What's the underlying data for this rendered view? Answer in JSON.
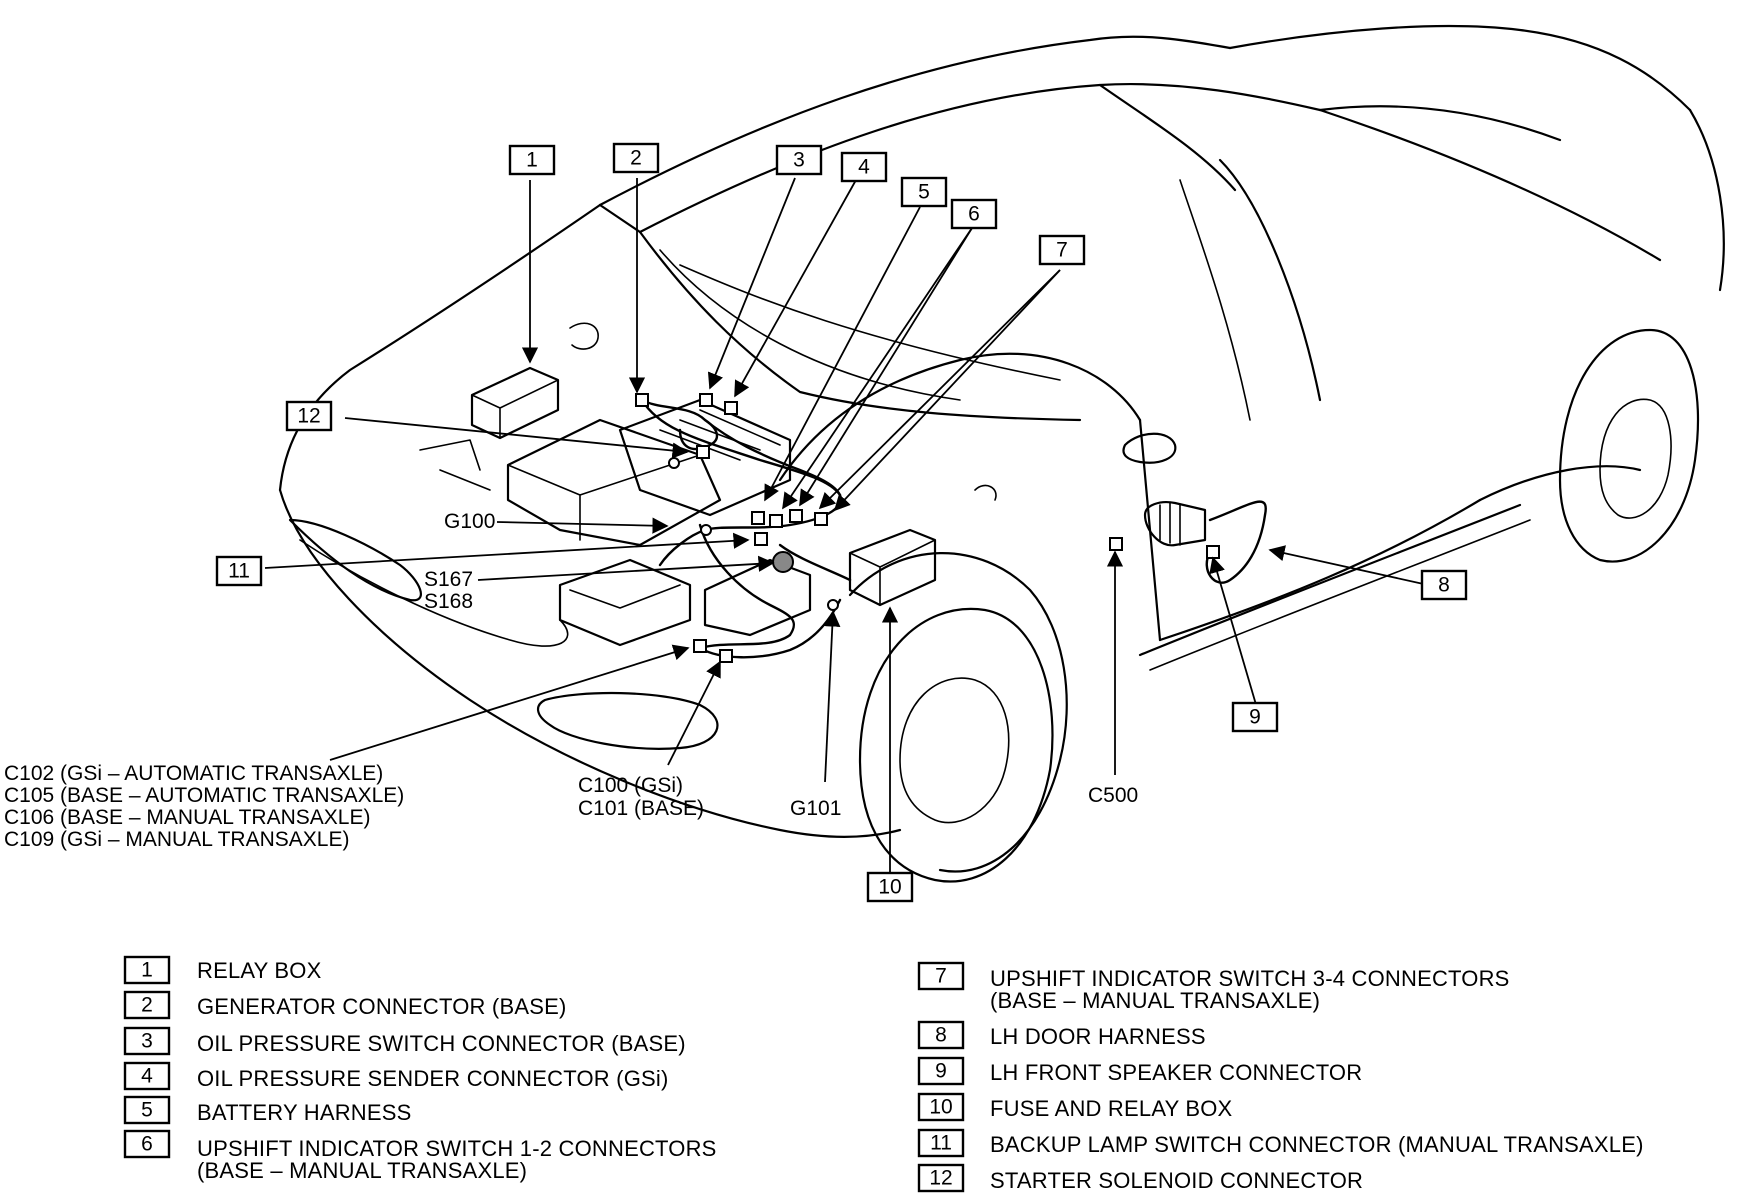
{
  "callouts": {
    "c1": "1",
    "c2": "2",
    "c3": "3",
    "c4": "4",
    "c5": "5",
    "c6": "6",
    "c7": "7",
    "c8": "8",
    "c9": "9",
    "c10": "10",
    "c11": "11",
    "c12": "12"
  },
  "labels": {
    "g100": "G100",
    "s167": "S167",
    "s168": "S168",
    "c102": "C102 (GSi – AUTOMATIC TRANSAXLE)",
    "c105": "C105 (BASE – AUTOMATIC TRANSAXLE)",
    "c106": "C106 (BASE – MANUAL TRANSAXLE)",
    "c109": "C109 (GSi – MANUAL TRANSAXLE)",
    "c100": "C100 (GSi)",
    "c101": "C101 (BASE)",
    "g101": "G101",
    "c500": "C500"
  },
  "legend": [
    {
      "num": "1",
      "text": "RELAY BOX"
    },
    {
      "num": "2",
      "text": "GENERATOR CONNECTOR (BASE)"
    },
    {
      "num": "3",
      "text": "OIL PRESSURE SWITCH CONNECTOR (BASE)"
    },
    {
      "num": "4",
      "text": "OIL PRESSURE SENDER CONNECTOR (GSi)"
    },
    {
      "num": "5",
      "text": "BATTERY HARNESS"
    },
    {
      "num": "6",
      "text": "UPSHIFT INDICATOR SWITCH 1-2 CONNECTORS",
      "text2": "(BASE – MANUAL TRANSAXLE)"
    },
    {
      "num": "7",
      "text": "UPSHIFT INDICATOR SWITCH 3-4 CONNECTORS",
      "text2": "(BASE – MANUAL TRANSAXLE)"
    },
    {
      "num": "8",
      "text": "LH DOOR HARNESS"
    },
    {
      "num": "9",
      "text": "LH FRONT SPEAKER CONNECTOR"
    },
    {
      "num": "10",
      "text": "FUSE AND RELAY BOX"
    },
    {
      "num": "11",
      "text": "BACKUP LAMP SWITCH CONNECTOR (MANUAL TRANSAXLE)"
    },
    {
      "num": "12",
      "text": "STARTER SOLENOID CONNECTOR"
    }
  ]
}
